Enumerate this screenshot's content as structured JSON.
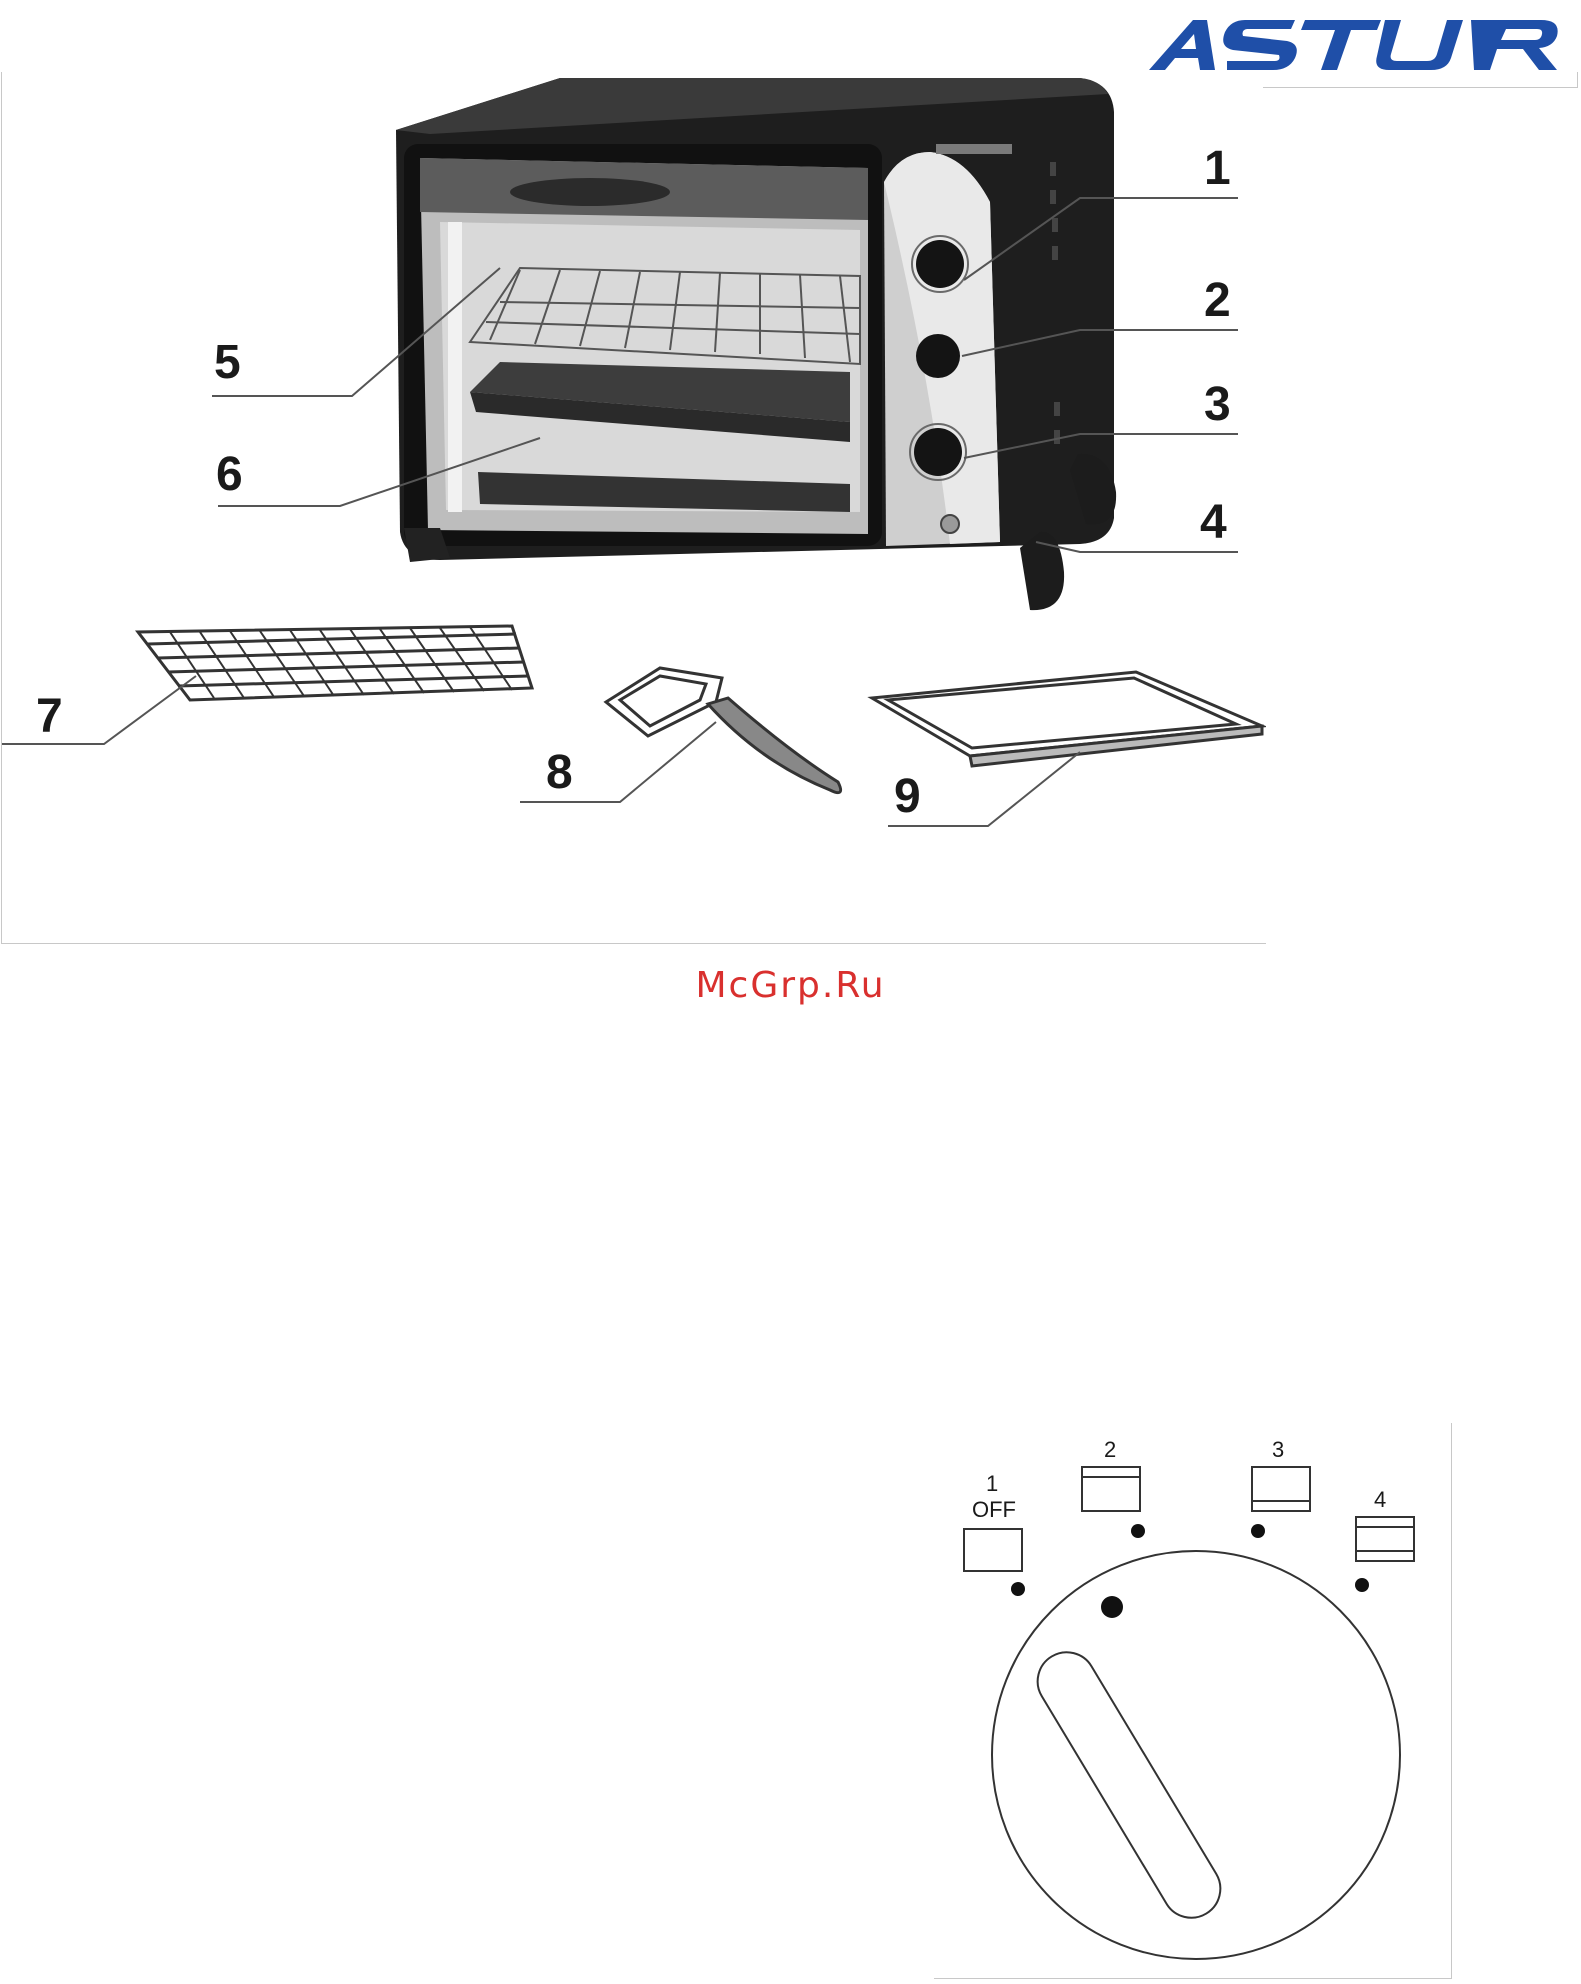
{
  "brand": {
    "logo_text": "ASTUR",
    "logo_color": "#1f4fa8"
  },
  "figure": {
    "callouts": [
      "1",
      "2",
      "3",
      "4",
      "5",
      "6",
      "7",
      "8",
      "9"
    ]
  },
  "watermark": {
    "text": "McGrp.Ru",
    "color": "#d9302e"
  },
  "knob": {
    "positions": [
      {
        "number": "1",
        "label": "OFF"
      },
      {
        "number": "2",
        "label": ""
      },
      {
        "number": "3",
        "label": ""
      },
      {
        "number": "4",
        "label": ""
      }
    ]
  }
}
